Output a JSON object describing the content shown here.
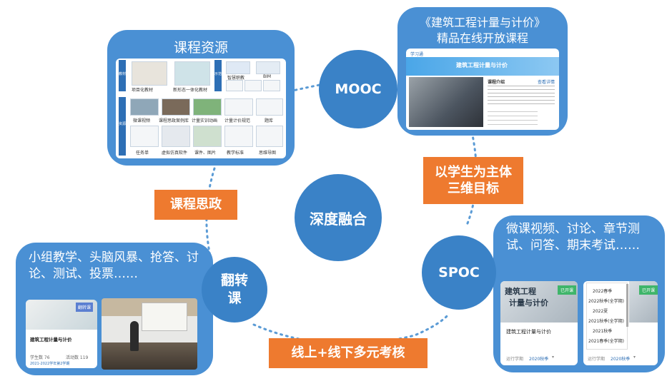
{
  "center": {
    "label": "深度融合"
  },
  "nodes": {
    "mooc": "MOOC",
    "spoc": "SPOC",
    "flip": "翻转课"
  },
  "tags": {
    "sizheng": "课程思政",
    "student_line1": "以学生为主体",
    "student_line2": "三维目标",
    "assessment": "线上+线下多元考核"
  },
  "resources_panel": {
    "title": "课程资源",
    "left_strip": "教材",
    "middle_strip": "示范",
    "right_strip": "资源",
    "items_row1": [
      "项目化教材",
      "新形态一体化教材"
    ],
    "items_row1_right": [
      "智慧职教",
      "BIM"
    ],
    "items_row2": [
      "微课视频",
      "课程思政案例库",
      "计量实训动画",
      "计量计价规范",
      "题库"
    ],
    "items_row3": [
      "任务单",
      "虚拟仿真软件",
      "课件、图片",
      "教学标准",
      "思维导图"
    ]
  },
  "mooc_panel": {
    "title_line1": "《建筑工程计量与计价》",
    "title_line2": "精品在线开放课程",
    "site_logo": "学习通",
    "course_name": "建筑工程计量与计价",
    "intro_heading": "课程介绍",
    "intro_link": "查看详情"
  },
  "spoc_panel": {
    "text": "微课视频、讨论、章节测试、问答、期末考试……",
    "card1_badge": "已开课",
    "card1_cover_line1": "建筑工程",
    "card1_cover_line2": "计量与计价",
    "card1_name": "建筑工程计量与计价",
    "card1_footer_left": "运行学期",
    "card1_footer_term": "2020秋季",
    "card2_badge": "已开课",
    "card2_terms": [
      "2022春季",
      "2022秋季(全学期)",
      "2022夏",
      "2021秋季(全学期)",
      "2021秋季",
      "2021春季(全学期)"
    ],
    "card2_footer_left": "运行学期",
    "card2_footer_term": "2020秋季"
  },
  "flip_panel": {
    "text": "小组教学、头脑风暴、抢答、讨论、测试、投票……",
    "card_badge": "翻转课",
    "card_name": "建筑工程计量与计价",
    "card_stat1": "学生数 76",
    "card_stat2": "活动数 119",
    "card_term": "2021-2022学年第2学期"
  },
  "colors": {
    "panel": "#4a90d4",
    "node": "#3a82c7",
    "tag": "#ee7a2f",
    "connector": "#5b9bd5"
  }
}
